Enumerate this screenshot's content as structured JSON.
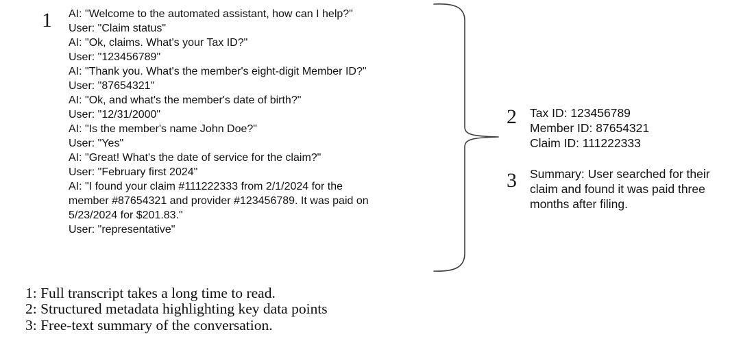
{
  "colors": {
    "background": "#ffffff",
    "ink": "#121212",
    "brace": "#3d3d3d"
  },
  "transcript": {
    "marker": "1",
    "lines": [
      "AI: \"Welcome to the automated assistant, how can I help?\"",
      "User: \"Claim status\"",
      "AI: \"Ok, claims. What's your Tax ID?\"",
      "User: \"123456789\"",
      "AI: \"Thank you. What's the member's eight-digit Member ID?\"",
      "User: \"87654321\"",
      "AI: \"Ok, and what's the member's date of birth?\"",
      "User: \"12/31/2000\"",
      "AI: \"Is the member's name John Doe?\"",
      "User: \"Yes\"",
      "AI: \"Great! What's the date of service for the claim?\"",
      "User: \"February first 2024\"",
      "AI: \"I found your claim #111222333 from 2/1/2024 for the",
      "member #87654321 and provider #123456789. It was paid on",
      "5/23/2024 for $201.83.\"",
      "User: \"representative\""
    ]
  },
  "metadata": {
    "marker": "2",
    "lines": [
      "Tax ID: 123456789",
      "Member ID: 87654321",
      "Claim ID: 111222333"
    ]
  },
  "summary": {
    "marker": "3",
    "lines": [
      "Summary: User searched for their",
      "claim and found it was paid three",
      "months after filing."
    ]
  },
  "legend": {
    "lines": [
      "1: Full transcript takes a long time to read.",
      "2: Structured metadata highlighting key data points",
      "3: Free-text summary of the conversation."
    ]
  }
}
